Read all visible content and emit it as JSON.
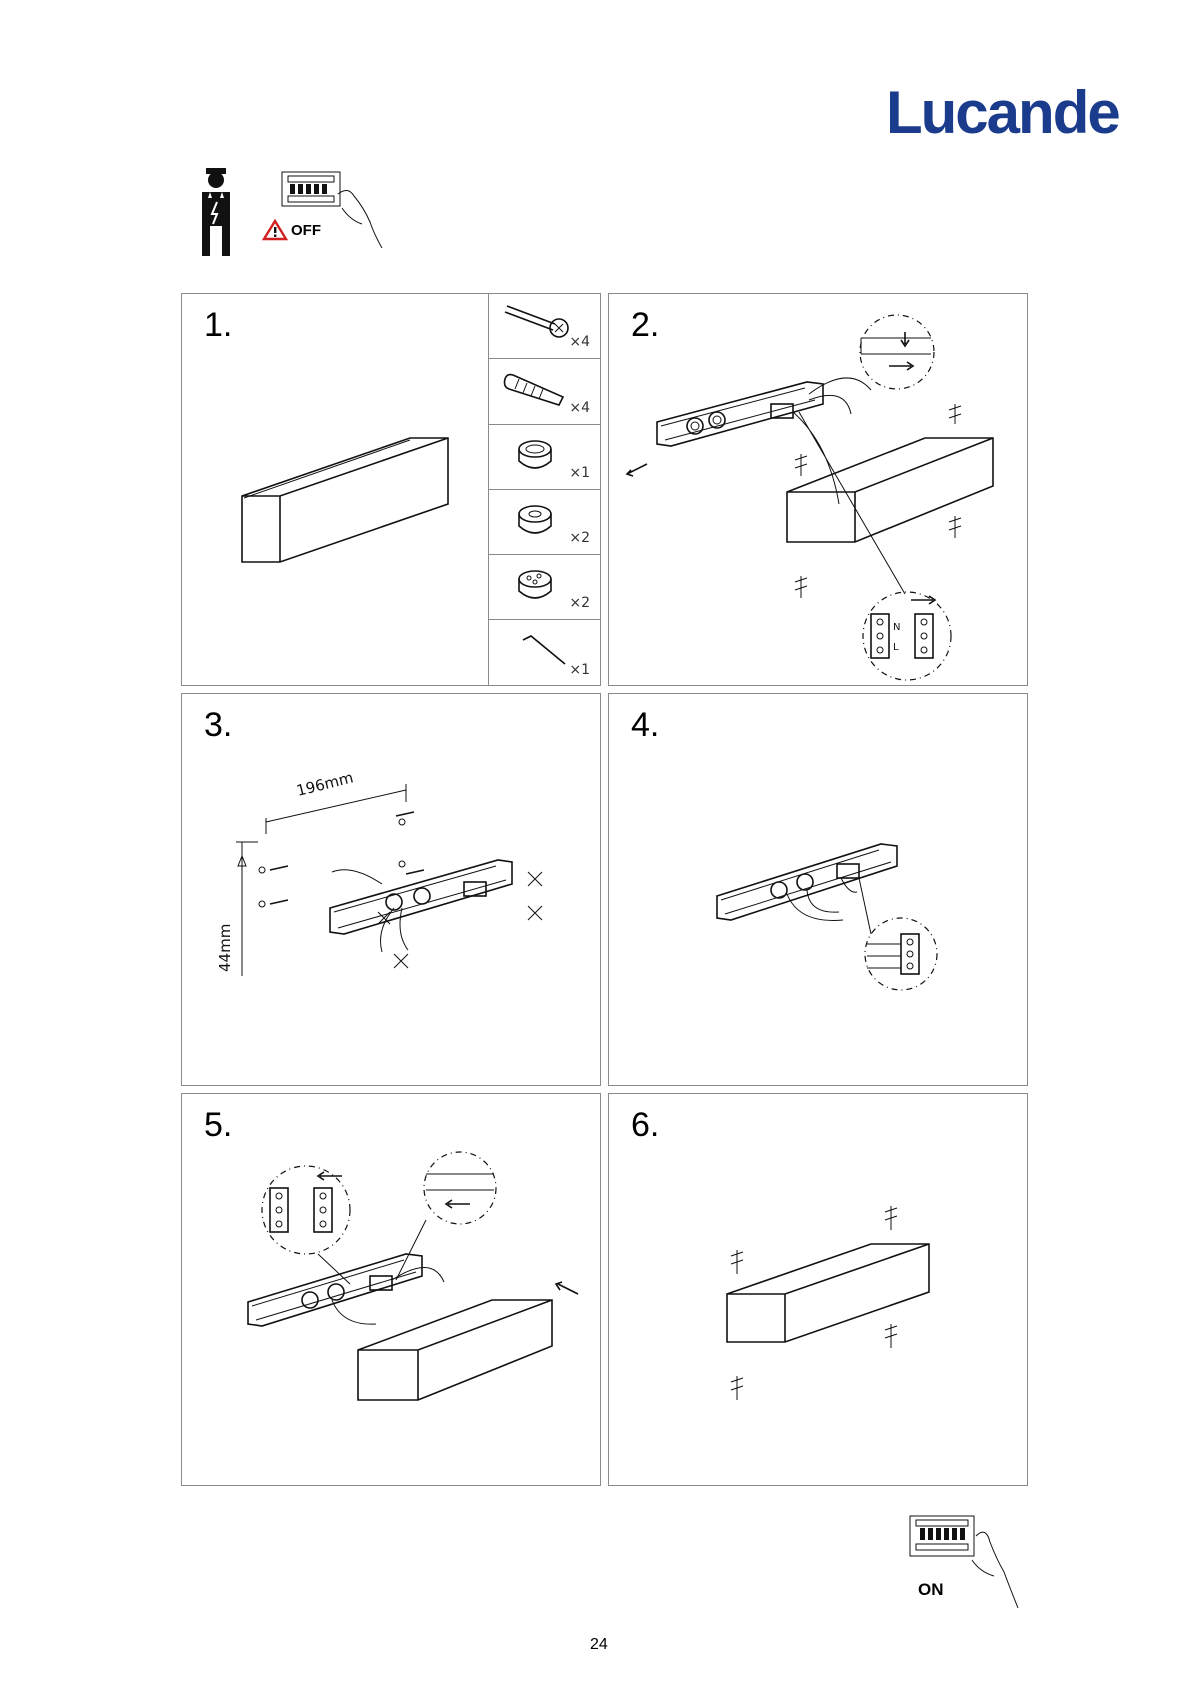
{
  "brand": {
    "name": "Lucande",
    "color": "#1b3c8c"
  },
  "header": {
    "off_label": "OFF"
  },
  "steps": [
    {
      "number": "1."
    },
    {
      "number": "2."
    },
    {
      "number": "3.",
      "dim_horizontal": "196mm",
      "dim_vertical": "44mm"
    },
    {
      "number": "4."
    },
    {
      "number": "5."
    },
    {
      "number": "6."
    }
  ],
  "parts": [
    {
      "icon": "screw-icon",
      "qty": "×4"
    },
    {
      "icon": "wall-plug-icon",
      "qty": "×4"
    },
    {
      "icon": "ring-icon",
      "qty": "×1"
    },
    {
      "icon": "spacer-icon",
      "qty": "×2"
    },
    {
      "icon": "grommet-icon",
      "qty": "×2"
    },
    {
      "icon": "allen-key-icon",
      "qty": "×1"
    }
  ],
  "terminal_labels": [
    "N",
    "L"
  ],
  "footer": {
    "on_label": "ON",
    "page_number": "24"
  }
}
